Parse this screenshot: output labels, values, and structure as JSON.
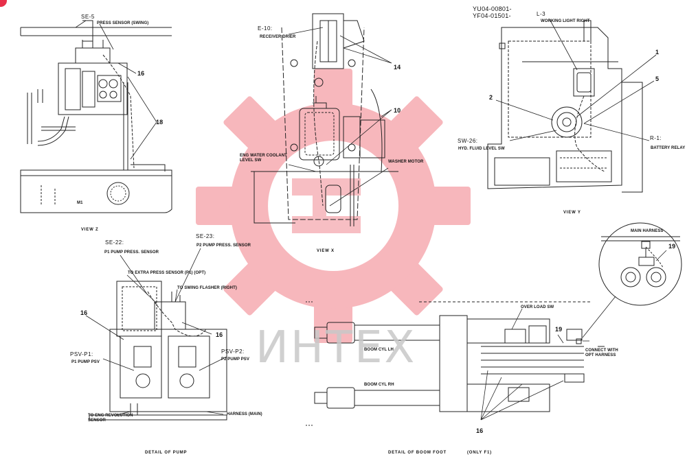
{
  "colors": {
    "line": "#222222",
    "watermark": "#f07c86",
    "watermark_text": "#c8c8c8",
    "badge": "#e8304a"
  },
  "doc_codes": [
    "YU04-00801-",
    "YF04-01501-"
  ],
  "watermark": {
    "text": "ИНТЕХ",
    "icon": "gear-watermark-icon"
  },
  "views": {
    "view_z": {
      "caption": "VIEW Z",
      "labels": {
        "se5_code": "SE-5",
        "se5_desc": "PRESS SENSOR (SWING)",
        "n16": "16",
        "n18": "18",
        "m1": "M1"
      }
    },
    "view_x": {
      "caption": "VIEW X",
      "labels": {
        "e10_code": "E-10:",
        "e10_desc": "RECEIVER DRIER",
        "n14": "14",
        "n10": "10",
        "coolant1": "ENG WATER COOLANT",
        "coolant2": "LEVEL SW",
        "washer": "WASHER MOTOR"
      }
    },
    "view_y": {
      "caption": "VIEW Y",
      "labels": {
        "l3_code": "L-3",
        "l3_desc": "WORKING LIGHT RIGHT",
        "n1": "1",
        "n5": "5",
        "n2": "2",
        "sw26_code": "SW-26:",
        "sw26_desc": "HYD. FLUID LEVEL SW",
        "r1_code": "R-1:",
        "r1_desc": "BATTERY RELAY"
      }
    },
    "pump": {
      "caption": "DETAIL OF PUMP",
      "labels": {
        "se22_code": "SE-22:",
        "se22_desc": "P1 PUMP PRESS. SENSOR",
        "se23_code": "SE-23:",
        "se23_desc": "P2 PUMP PRESS. SENSOR",
        "extra": "TO EXTRA PRESS SENSOR (P1) (OPT)",
        "swing_flasher": "TO SWING FLASHER (RIGHT)",
        "n16a": "16",
        "n16b": "16",
        "psv_p1_code": "PSV-P1:",
        "psv_p1_desc": "P1 PUMP PSV",
        "psv_p2_code": "PSV-P2:",
        "psv_p2_desc": "P2 PUMP PSV",
        "eng_rev1": "TO ENG REVOLUTION",
        "eng_rev2": "SENSOR",
        "harness": "HARNESS (MAIN)"
      }
    },
    "boom": {
      "caption": "DETAIL OF BOOM FOOT",
      "note": "(ONLY F1)",
      "labels": {
        "overload": "OVER LOAD SW",
        "boom_lh": "BOOM CYL LH",
        "boom_rh": "BOOM CYL RH",
        "n19": "19",
        "connect1": "CONNECT WITH",
        "connect2": "OPT HARNESS",
        "n16": "16"
      }
    },
    "inset": {
      "labels": {
        "main_harness": "MAIN HARNESS",
        "n19": "19"
      }
    }
  }
}
